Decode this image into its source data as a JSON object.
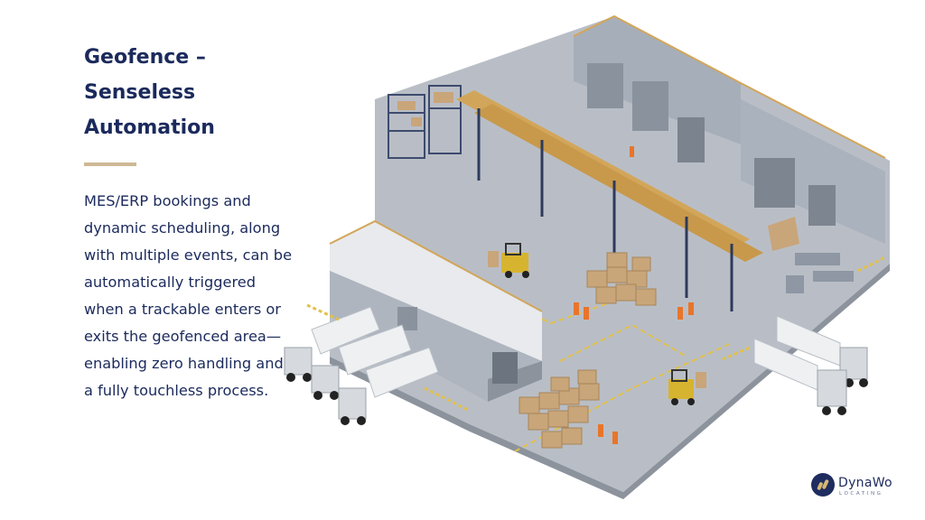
{
  "slide": {
    "title_lines": [
      "Geofence –",
      "Senseless",
      "Automation"
    ],
    "body": "MES/ERP bookings and dynamic scheduling, along with multiple events, can be automatically triggered when a trackable enters or exits the geofenced area—enabling zero handling and a fully touchless process."
  },
  "brand": {
    "name": "DynaWo",
    "tagline": "LOCATING"
  },
  "colors": {
    "title": "#1b2a5c",
    "accent_divider": "#cdb896",
    "floor": "#b9bec6",
    "wall": "#9ea6b1",
    "rack_gold": "#d2a65a",
    "box_brown": "#c9a57a"
  }
}
